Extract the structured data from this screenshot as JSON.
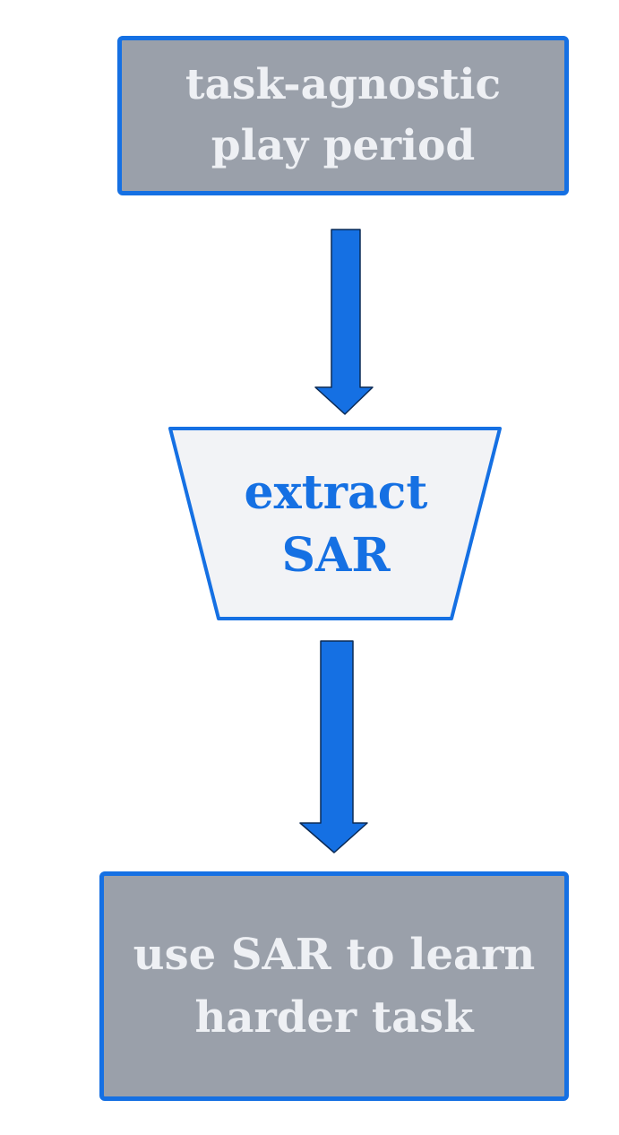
{
  "nodes": {
    "play_period": {
      "lines": [
        "task-agnostic",
        "play period"
      ]
    },
    "extract": {
      "lines": [
        "extract",
        "SAR"
      ]
    },
    "use_sar": {
      "lines": [
        "use SAR to learn",
        "harder task"
      ]
    }
  },
  "colors": {
    "accent": "#1570e3",
    "box_fill": "#9aa0aa",
    "box_text": "#eef0f4",
    "trapezoid_fill": "#f2f3f6",
    "arrow_outline": "#0b2a55"
  }
}
